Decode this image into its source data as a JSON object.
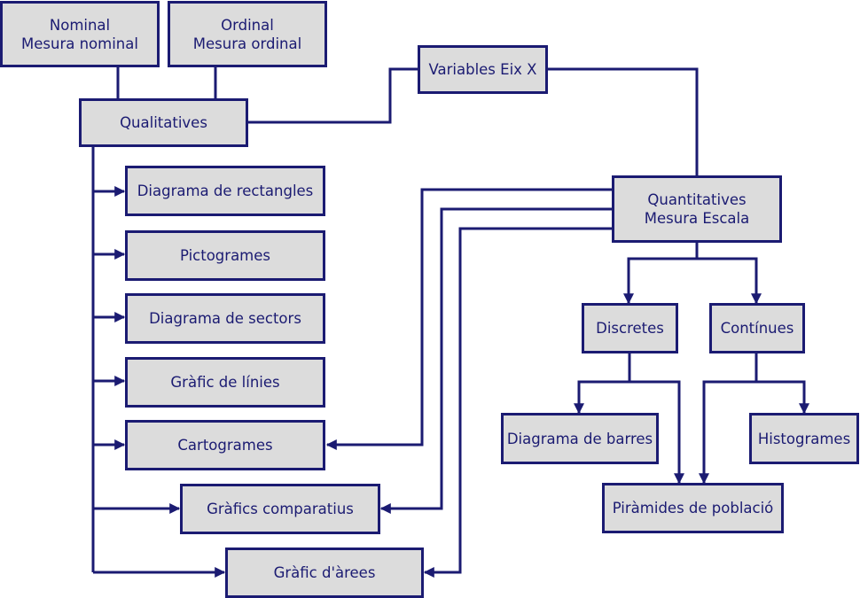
{
  "colors": {
    "line": "#1b1b72",
    "box_fill": "#dcdcdc",
    "text": "#1b1b72",
    "background": "#ffffff"
  },
  "nodes": {
    "nominal": {
      "line1": "Nominal",
      "line2": "Mesura nominal"
    },
    "ordinal": {
      "line1": "Ordinal",
      "line2": "Mesura ordinal"
    },
    "variables_eix_x": {
      "label": "Variables Eix X"
    },
    "qualitatives": {
      "label": "Qualitatives"
    },
    "quantitatives": {
      "line1": "Quantitatives",
      "line2": "Mesura Escala"
    },
    "diagrama_rectangles": {
      "label": "Diagrama de rectangles"
    },
    "pictogrames": {
      "label": "Pictogrames"
    },
    "diagrama_sectors": {
      "label": "Diagrama de sectors"
    },
    "grafic_linies": {
      "label": "Gràfic de línies"
    },
    "cartogrames": {
      "label": "Cartogrames"
    },
    "grafics_comparatius": {
      "label": "Gràfics comparatius"
    },
    "grafic_arees": {
      "label": "Gràfic d'àrees"
    },
    "discretes": {
      "label": "Discretes"
    },
    "continues": {
      "label": "Contínues"
    },
    "diagrama_barres": {
      "label": "Diagrama de barres"
    },
    "histogrames": {
      "label": "Histogrames"
    },
    "piramides_poblacio": {
      "label": "Piràmides de població"
    }
  }
}
